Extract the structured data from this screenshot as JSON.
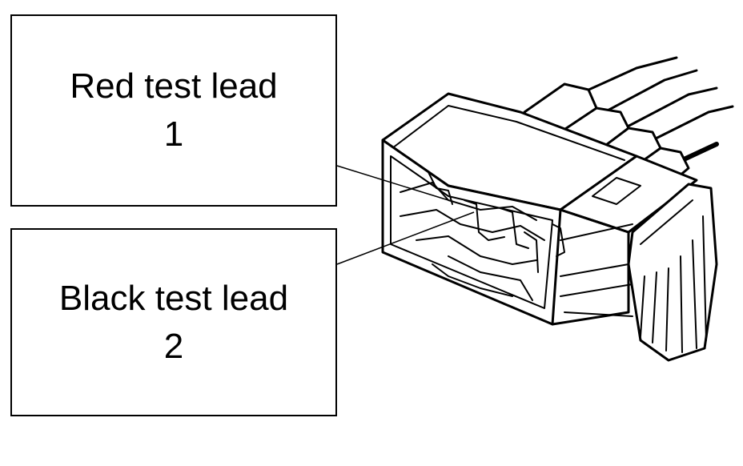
{
  "callouts": [
    {
      "label": "Red test lead",
      "number": "1"
    },
    {
      "label": "Black test lead",
      "number": "2"
    }
  ],
  "illustration": {
    "subject": "wire-harness-connector",
    "line_color": "#000000",
    "fill_color": "#ffffff"
  }
}
